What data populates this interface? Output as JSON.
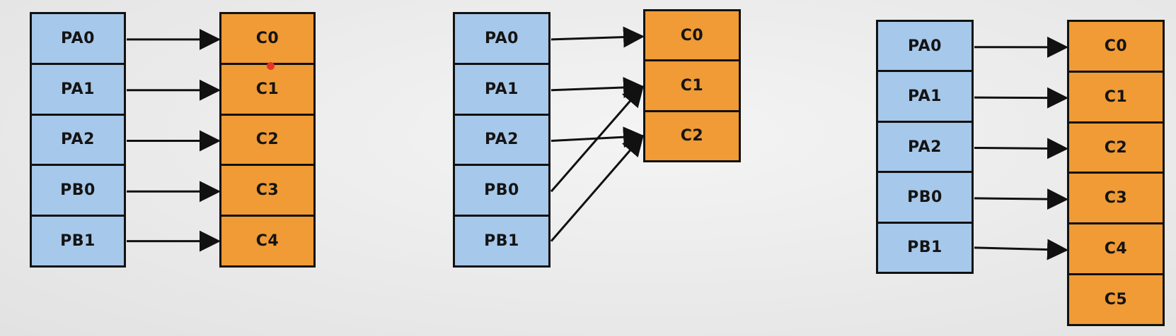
{
  "diagrams": [
    {
      "producers": [
        "PA0",
        "PA1",
        "PA2",
        "PB0",
        "PB1"
      ],
      "consumers": [
        "C0",
        "C1",
        "C2",
        "C3",
        "C4"
      ]
    },
    {
      "producers": [
        "PA0",
        "PA1",
        "PA2",
        "PB0",
        "PB1"
      ],
      "consumers": [
        "C0",
        "C1",
        "C2"
      ]
    },
    {
      "producers": [
        "PA0",
        "PA1",
        "PA2",
        "PB0",
        "PB1"
      ],
      "consumers": [
        "C0",
        "C1",
        "C2",
        "C3",
        "C4",
        "C5"
      ]
    }
  ],
  "mappings": [
    [
      [
        0,
        0
      ],
      [
        1,
        1
      ],
      [
        2,
        2
      ],
      [
        3,
        3
      ],
      [
        4,
        4
      ]
    ],
    [
      [
        0,
        0
      ],
      [
        1,
        1
      ],
      [
        2,
        2
      ],
      [
        3,
        1
      ],
      [
        4,
        2
      ]
    ],
    [
      [
        0,
        0
      ],
      [
        1,
        1
      ],
      [
        2,
        2
      ],
      [
        3,
        3
      ],
      [
        4,
        4
      ]
    ]
  ],
  "colors": {
    "producer_fill": "#a6c8ea",
    "consumer_fill": "#f09b35",
    "border": "#111111",
    "arrow": "#111111",
    "cursor_dot": "#e8332b"
  }
}
